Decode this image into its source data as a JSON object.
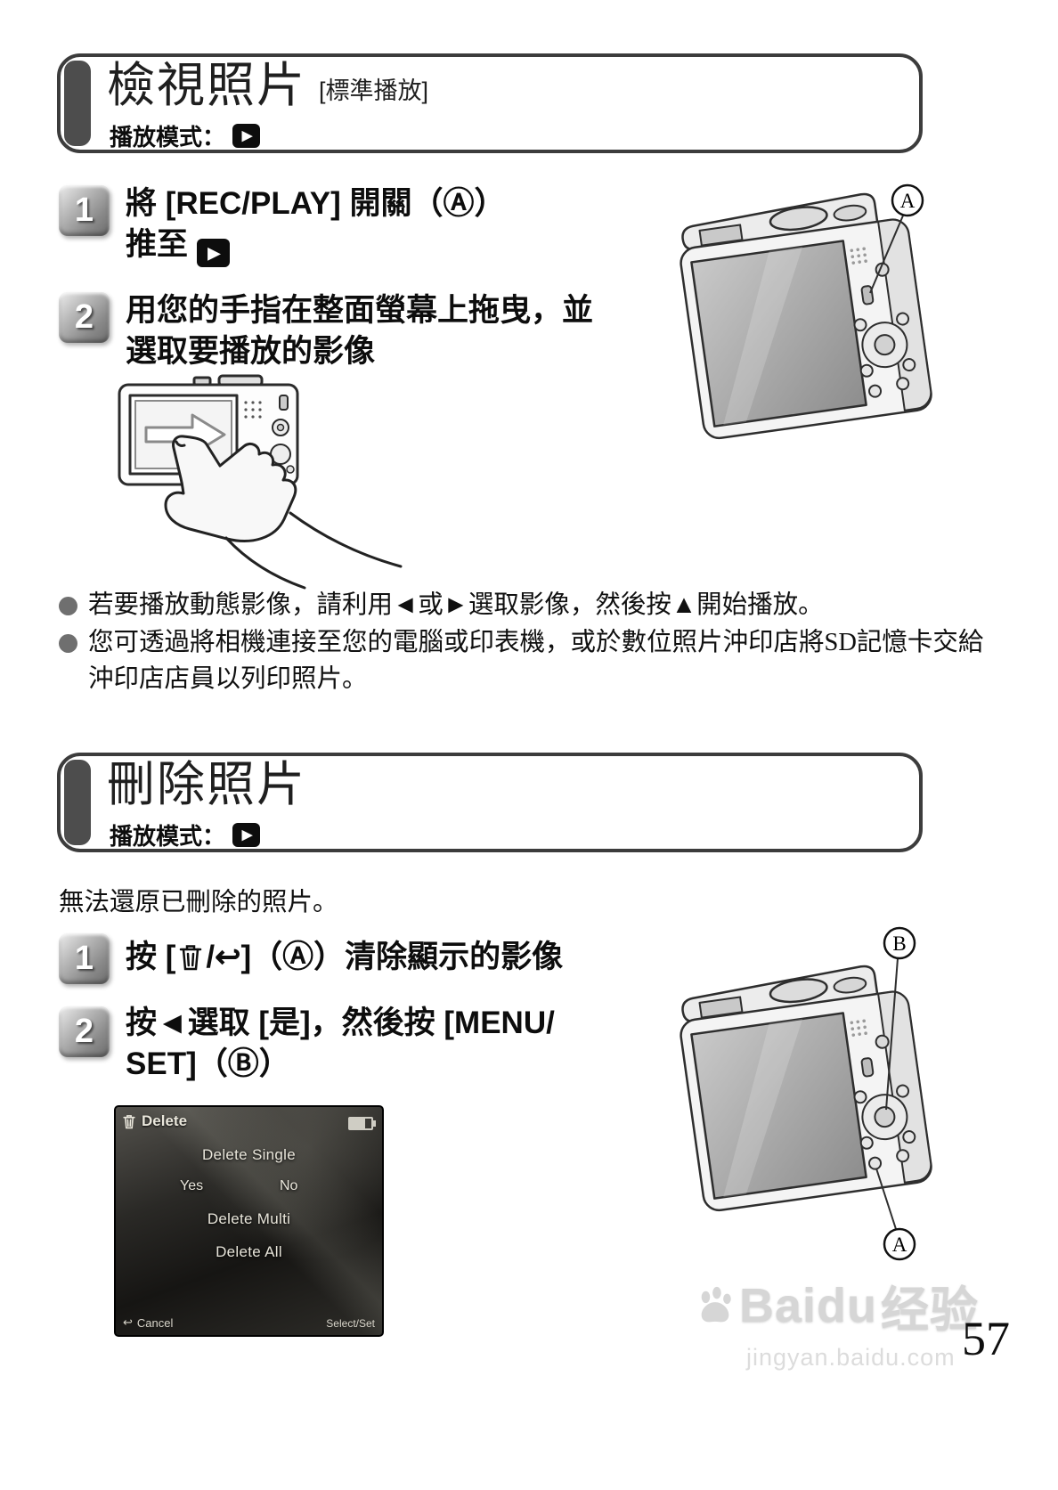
{
  "page_number": "57",
  "section1": {
    "title": "檢視照片",
    "title_tag": "[標準播放]",
    "mode_label": "播放模式：",
    "play_glyph": "▶",
    "step1": {
      "num": "1",
      "line1": "將 [REC/PLAY] 開關（Ⓐ）",
      "line2_prefix": "推至 "
    },
    "step2": {
      "num": "2",
      "line1": "用您的手指在整面螢幕上拖曳，並",
      "line2": "選取要播放的影像"
    },
    "callout_a": "A",
    "bullets": [
      "若要播放動態影像，請利用◄或►選取影像，然後按▲開始播放。",
      "您可透過將相機連接至您的電腦或印表機，或於數位照片沖印店將SD記憶卡交給沖印店店員以列印照片。"
    ]
  },
  "section2": {
    "title": "刪除照片",
    "mode_label": "播放模式：",
    "play_glyph": "▶",
    "intro": "無法還原已刪除的照片。",
    "step1": {
      "num": "1",
      "prefix": "按 [",
      "slash": "/",
      "back_arrow": "↩",
      "suffix": "]（Ⓐ）清除顯示的影像"
    },
    "step2": {
      "num": "2",
      "line1": "按◄選取 [是]，然後按 [MENU/",
      "line2": "SET]（Ⓑ）"
    },
    "callout_a": "A",
    "callout_b": "B",
    "screen": {
      "title": "Delete",
      "item_single": "Delete Single",
      "yes": "Yes",
      "no": "No",
      "item_multi": "Delete Multi",
      "item_all": "Delete All",
      "cancel_icon": "↩",
      "cancel": "Cancel",
      "select_set": "Select/Set"
    }
  },
  "watermark": {
    "brand": "Baidu",
    "brand_cn": "经验",
    "url": "jingyan.baidu.com"
  }
}
